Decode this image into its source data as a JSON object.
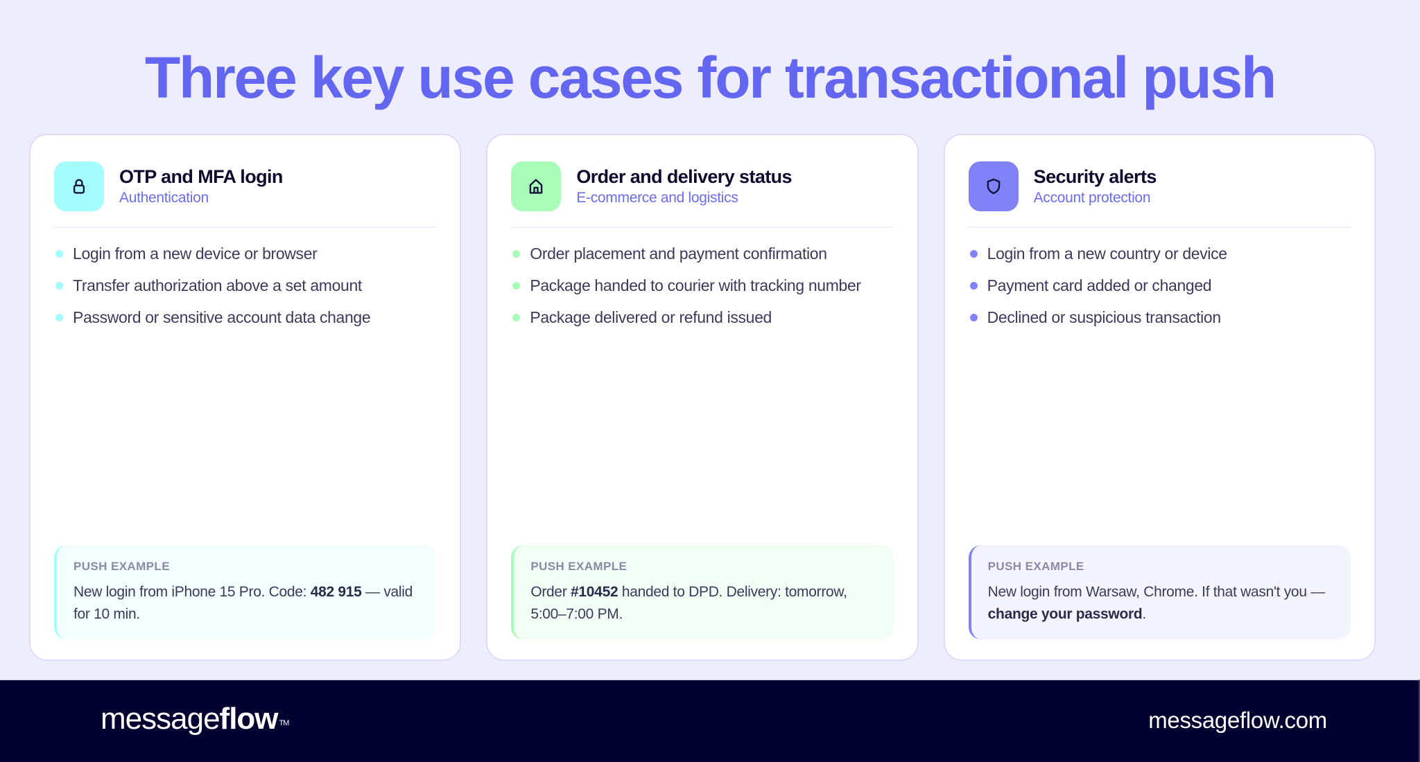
{
  "title": "Three key use cases for transactional push",
  "push_label": "PUSH EXAMPLE",
  "cards": [
    {
      "icon": "lock-icon",
      "icon_bg": "#A5FCFC",
      "accent": "#A5FCFC",
      "push_bg": "#F3FEFE",
      "title": "OTP and MFA login",
      "subtitle": "Authentication",
      "bullets": [
        "Login from a new device or browser",
        "Transfer authorization above a set amount",
        "Password or sensitive account data change"
      ],
      "push": {
        "before": "New login from iPhone 15 Pro. Code: ",
        "bold": "482 915",
        "after": " — valid for 10 min."
      }
    },
    {
      "icon": "home-icon",
      "icon_bg": "#A8FCB8",
      "accent": "#A8FCB8",
      "push_bg": "#F2FDF6",
      "title": "Order and delivery status",
      "subtitle": "E-commerce and logistics",
      "bullets": [
        "Order placement and payment confirmation",
        "Package handed to courier with tracking number",
        "Package delivered or refund issued"
      ],
      "push": {
        "before": "Order ",
        "bold": "#10452",
        "after": " handed to DPD. Delivery: tomorrow, 5:00–7:00 PM."
      }
    },
    {
      "icon": "shield-icon",
      "icon_bg": "#8182F8",
      "accent": "#8182F8",
      "push_bg": "#F4F4FE",
      "title": "Security alerts",
      "subtitle": "Account protection",
      "bullets": [
        "Login from a new country or device",
        "Payment card added or changed",
        "Declined or suspicious transaction"
      ],
      "push": {
        "before": "New login from Warsaw, Chrome. If that wasn't you — ",
        "bold": "change your password",
        "after": "."
      }
    }
  ],
  "footer": {
    "logo_light": "message",
    "logo_bold": "flow",
    "logo_tm": "TM",
    "url": "messageflow.com"
  },
  "colors": {
    "background": "#EEEDFD",
    "title": "#6366F1",
    "footer_bg": "#02012F"
  }
}
